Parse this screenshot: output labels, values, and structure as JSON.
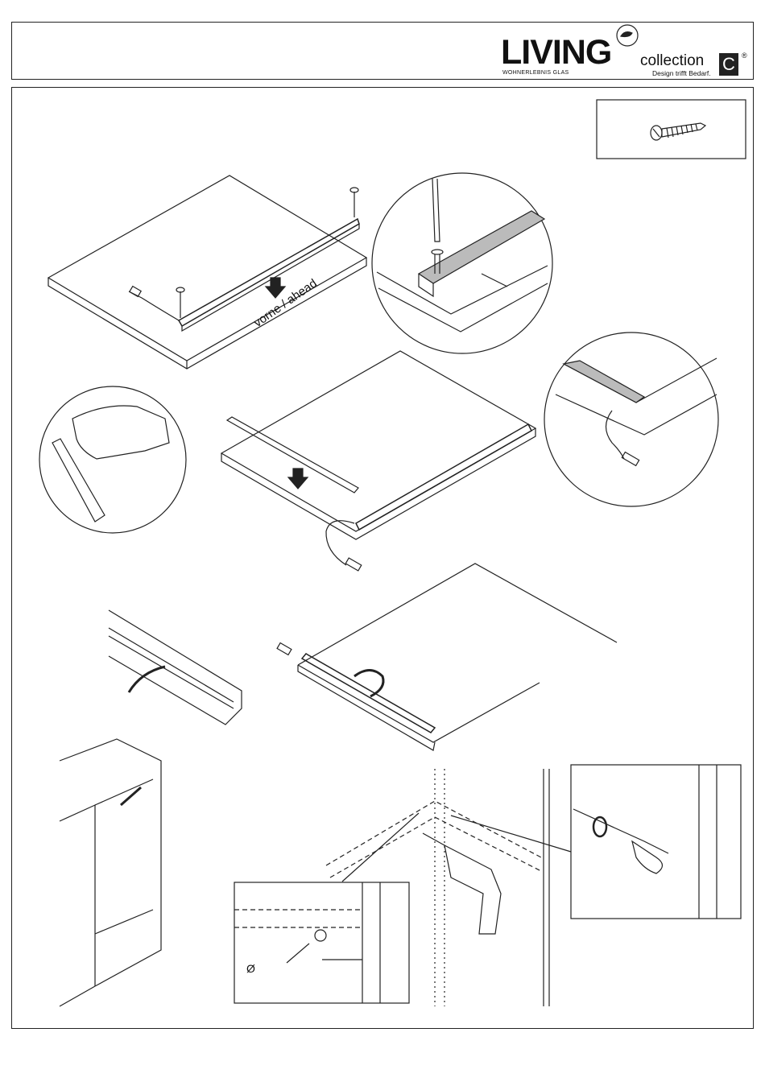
{
  "header": {
    "brand_name": "LIVING",
    "brand_subline": "WOHNERLEBNIS GLAS",
    "collection_label": "collection",
    "tagline": "Design trifft Bedarf.",
    "c_mark": "C",
    "registered_mark": "®"
  },
  "steps": {
    "direction_label": "vorne / ahead",
    "diameter_symbol": "Ø"
  },
  "icons": [
    "screw-icon",
    "screwdriver-icon",
    "drill-icon",
    "arrow-icon",
    "hand-icon",
    "cable-plug-icon"
  ],
  "colors": {
    "line": "#222222",
    "shade": "#bbbbbb"
  }
}
